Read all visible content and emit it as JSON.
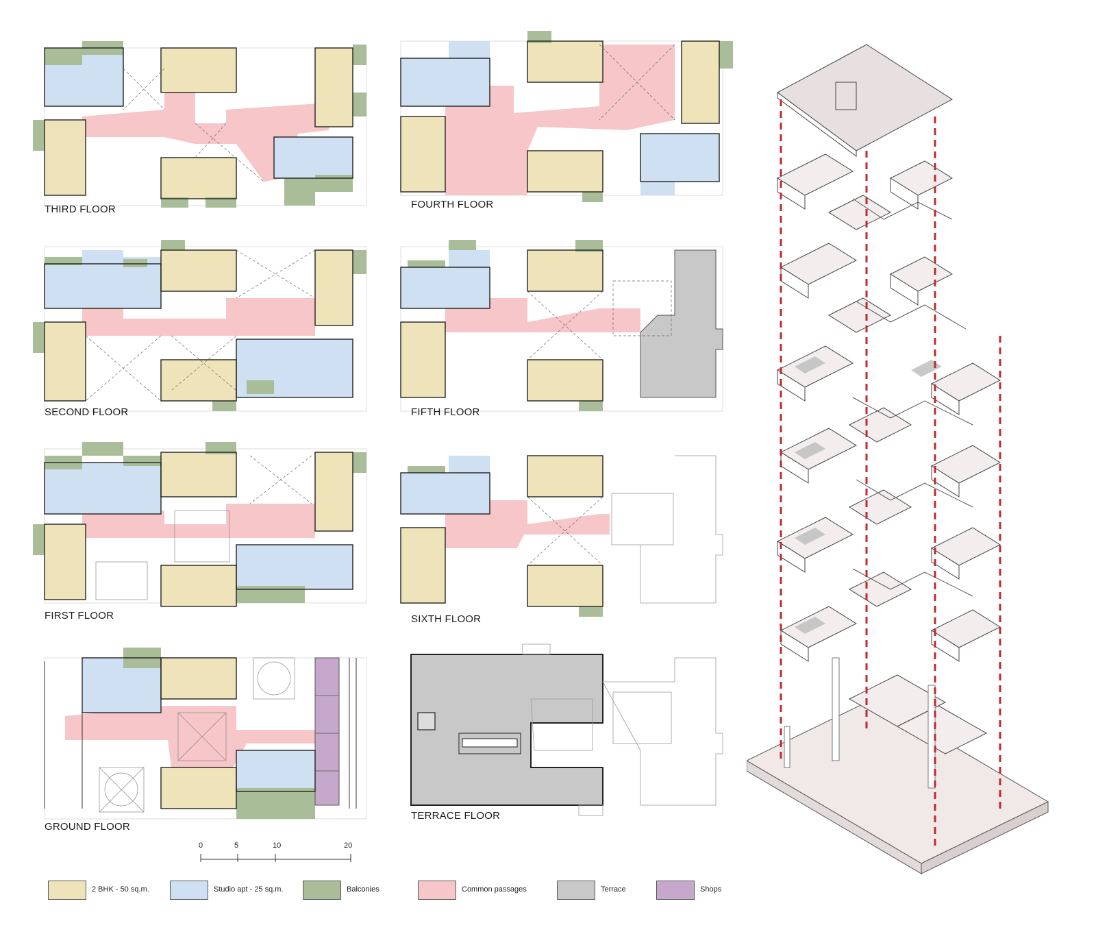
{
  "floors": {
    "third": "THIRD FLOOR",
    "fourth": "FOURTH FLOOR",
    "second": "SECOND FLOOR",
    "fifth": "FIFTH FLOOR",
    "first": "FIRST FLOOR",
    "sixth": "SIXTH FLOOR",
    "ground": "GROUND FLOOR",
    "terrace": "TERRACE FLOOR"
  },
  "scale": {
    "ticks": [
      "0",
      "5",
      "10",
      "20"
    ]
  },
  "legend": [
    {
      "label": "2 BHK - 50 sq.m.",
      "color": "#efe4b9"
    },
    {
      "label": "Studio apt - 25 sq.m.",
      "color": "#cfe0f2"
    },
    {
      "label": "Balconies",
      "color": "#a8bd98"
    },
    {
      "label": "Common passages",
      "color": "#f6c6c8"
    },
    {
      "label": "Terrace",
      "color": "#c8c8c8"
    },
    {
      "label": "Shops",
      "color": "#c7a8cd"
    }
  ],
  "colors": {
    "bhk": "#efe4b9",
    "studio": "#cfe0f2",
    "balcony": "#a8bd98",
    "passage": "#f6c6c8",
    "terrace": "#c8c8c8",
    "shop": "#c7a8cd",
    "wall": "#222222",
    "axo_face": "#f1e9e8",
    "axo_side": "#ffffff",
    "axo_shadow": "#bcbcbc",
    "dash": "#c0282b"
  }
}
